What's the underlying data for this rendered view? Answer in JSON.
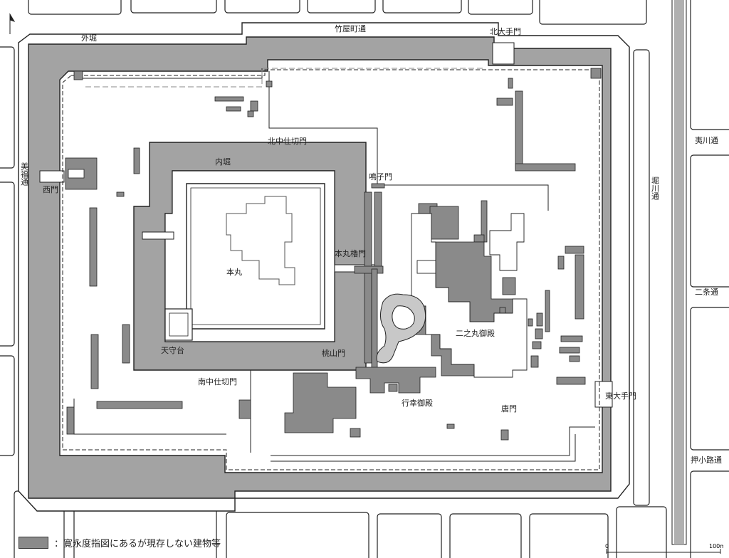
{
  "colors": {
    "moat": "#a3a3a3",
    "building": "#8a8a8a",
    "stroke": "#222222",
    "background": "#ffffff"
  },
  "labels": {
    "sotobori": "外堀",
    "takeyamachi": "竹屋町通",
    "kitaote": "北大手門",
    "kitanaka": "北中仕切門",
    "uchibori": "内堀",
    "naruko": "鳴子門",
    "honmaru_yagura": "本丸櫓門",
    "honmaru": "本丸",
    "tenshudai": "天守台",
    "momoyama": "桃山門",
    "ninomaru": "二之丸御殿",
    "minaminaka": "南中仕切門",
    "gyoko": "行幸御殿",
    "karamon": "唐門",
    "higashiote": "東大手門",
    "nishimon": "西門",
    "ebisugawa": "夷川通",
    "horikawa": "堀川通",
    "nijo": "二条通",
    "oshikoji": "押小路通",
    "mifuku": "美福通"
  },
  "legend": {
    "text": "：寛永度指図にあるが現存しない建物等"
  },
  "scale": {
    "zero": "0",
    "hundred": "100m"
  },
  "north_icon": "north-arrow-icon"
}
